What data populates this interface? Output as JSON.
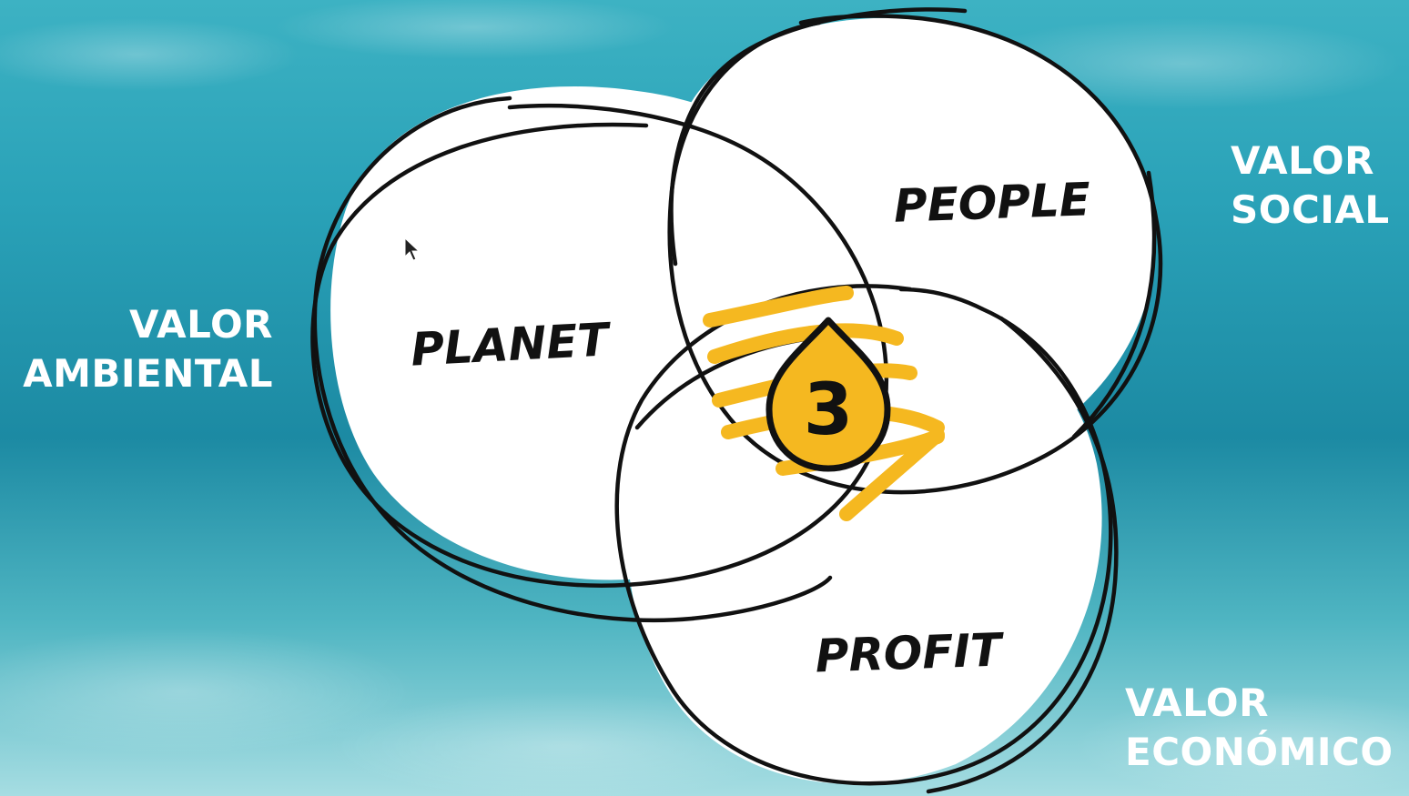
{
  "colors": {
    "water_top": "#3fb3c4",
    "water_mid": "#1f8fa8",
    "water_bottom": "#8fd3db",
    "circle_fill": "#ffffff",
    "circle_stroke": "#111111",
    "accent": "#f5b820"
  },
  "circles": {
    "planet": "PLANET",
    "people": "PEOPLE",
    "profit": "PROFIT"
  },
  "center_badge": "3",
  "labels": {
    "ambiental": [
      "VALOR",
      "AMBIENTAL"
    ],
    "social": [
      "VALOR",
      "SOCIAL"
    ],
    "economico": [
      "VALOR",
      "ECONÓMICO"
    ]
  },
  "icons": {
    "cursor": "mouse-pointer-icon",
    "badge": "drop-icon"
  }
}
